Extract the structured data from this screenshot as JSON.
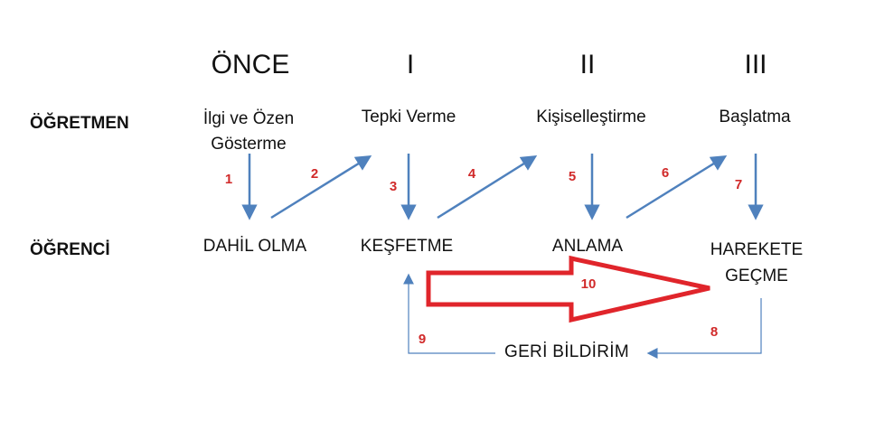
{
  "phases": [
    "ÖNCE",
    "I",
    "II",
    "III"
  ],
  "roles": {
    "teacher": "ÖĞRETMEN",
    "student": "ÖĞRENCİ"
  },
  "teacher_steps": [
    "İlgi ve Özen\nGösterme",
    "Tepki Verme",
    "Kişiselleştirme",
    "Başlatma"
  ],
  "student_steps": [
    "DAHİL OLMA",
    "KEŞFETME",
    "ANLAMA",
    "HAREKETE\nGEÇME"
  ],
  "feedback_label": "GERİ BİLDİRİM",
  "arrow_numbers": [
    "1",
    "2",
    "3",
    "4",
    "5",
    "6",
    "7",
    "8",
    "9",
    "10"
  ],
  "colors": {
    "arrow": "#4f81bd",
    "big_arrow": "#e0252b",
    "numbers": "#d12a2a"
  }
}
